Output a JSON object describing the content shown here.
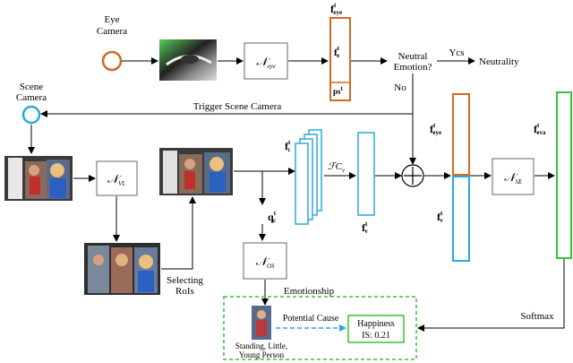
{
  "colors": {
    "orange": "#d2691e",
    "blue": "#29a9dc",
    "green": "#35c435",
    "stroke": "#000000",
    "box_stroke": "#666666"
  },
  "labels": {
    "eye_camera_line1": "Eye",
    "eye_camera_line2": "Camera",
    "scene_camera_line1": "Scene",
    "scene_camera_line2": "Camera",
    "neutral_line1": "Neutral",
    "neutral_line2": "Emotion?",
    "yes": "Ycs",
    "no": "No",
    "neutrality": "Neutrality",
    "trigger": "Trigger Scene Camera",
    "selecting_line1": "Selecting",
    "selecting_line2": "RoIs",
    "softmax": "Softmax",
    "emotionship": "Emotionship",
    "potential_cause": "Potential Cause",
    "happiness": "Happiness",
    "is_value": "IS: 0.21",
    "standing_line1": "Standing, Little,",
    "standing_line2": "Young Person",
    "ps": "ps",
    "ps_sup": "t"
  },
  "math": {
    "n": "𝒩",
    "eye_sub": "eye",
    "vl_sub": "VL",
    "os_sub": "OS",
    "se_sub": "SE",
    "f": "f",
    "q": "q",
    "t": "t",
    "eye_feat_sub": "eye",
    "e_sub": "e",
    "c_sub": "c",
    "v_sub": "v",
    "eva_sub": "eva",
    "fc": "ℱC",
    "fc_sub": "v",
    "plus": "+"
  }
}
